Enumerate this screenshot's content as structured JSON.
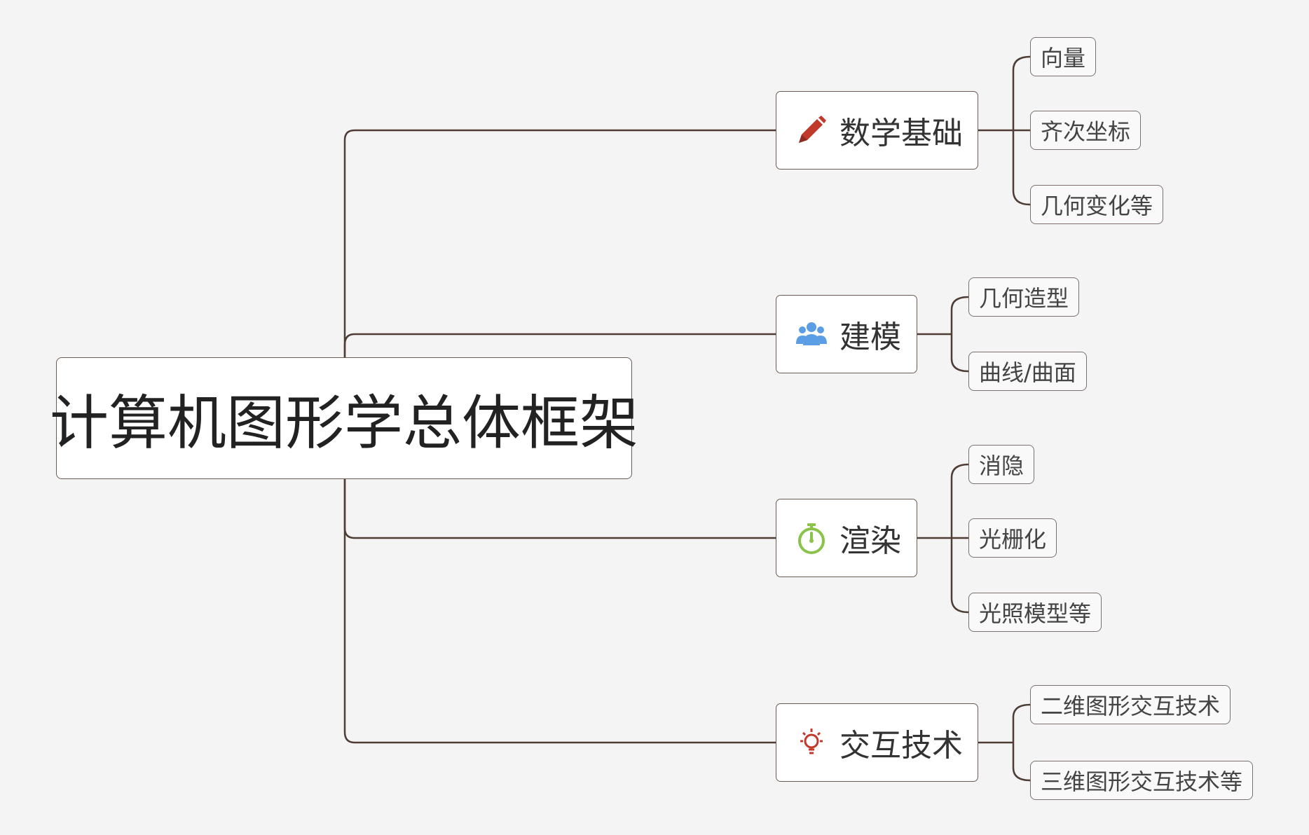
{
  "root": {
    "label": "计算机图形学总体框架"
  },
  "branches": [
    {
      "label": "数学基础",
      "icon": "pencil-icon",
      "icon_color": "#c0392b",
      "children": [
        "向量",
        "齐次坐标",
        "几何变化等"
      ]
    },
    {
      "label": "建模",
      "icon": "users-icon",
      "icon_color": "#5b9ee6",
      "children": [
        "几何造型",
        "曲线/曲面"
      ]
    },
    {
      "label": "渲染",
      "icon": "stopwatch-icon",
      "icon_color": "#8bc34a",
      "children": [
        "消隐",
        "光栅化",
        "光照模型等"
      ]
    },
    {
      "label": "交互技术",
      "icon": "lightbulb-icon",
      "icon_color": "#c0392b",
      "children": [
        "二维图形交互技术",
        "三维图形交互技术等"
      ]
    }
  ],
  "colors": {
    "connector": "#4e3c35",
    "node_border": "#6b5a52",
    "background": "#f4f4f4"
  }
}
